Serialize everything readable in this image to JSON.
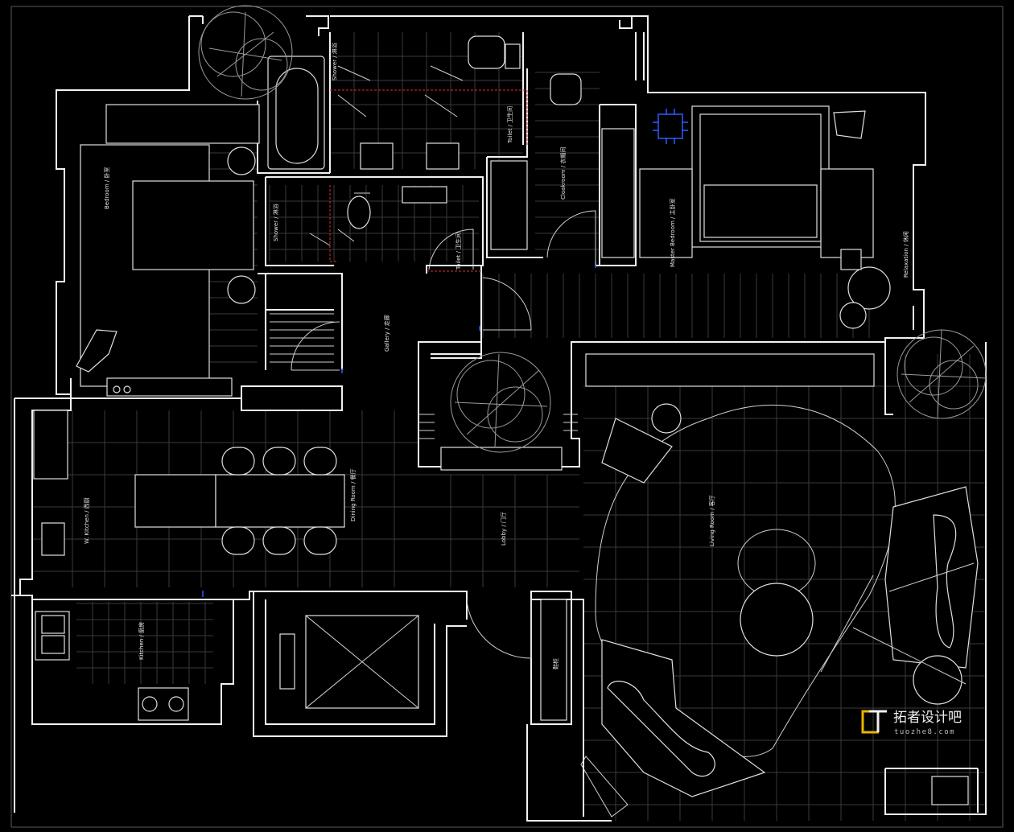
{
  "rooms": {
    "bedroom": "Bedroom / 卧室",
    "shower_1": "Shower / 淋浴",
    "shower_2": "Shower / 淋浴",
    "toilet_1": "Toilet / 卫生间",
    "toilet_2": "Toilet / 卫生间",
    "cloakroom": "Cloakroom / 衣帽间",
    "master_bedroom": "Master Bedroom / 主卧室",
    "relaxation": "Relaxation / 休闲",
    "gallery": "Gallery / 走廊",
    "w_kitchen": "W. Kitchen / 西厨",
    "dining_room": "Dining Room / 餐厅",
    "lobby": "Lobby / 门厅",
    "living_room": "Living Room / 客厅",
    "kitchen": "Kitchen / 厨房",
    "shoe_cabinet": "鞋柜"
  },
  "brand": {
    "logo_letters": "CT",
    "name": "拓者设计吧",
    "url": "tuozhe8.com"
  },
  "colors": {
    "background": "#000000",
    "wall": "#f2f2f2",
    "accent_red": "#e03030",
    "accent_blue": "#2a5bff",
    "logo_gold": "#e8b400"
  }
}
